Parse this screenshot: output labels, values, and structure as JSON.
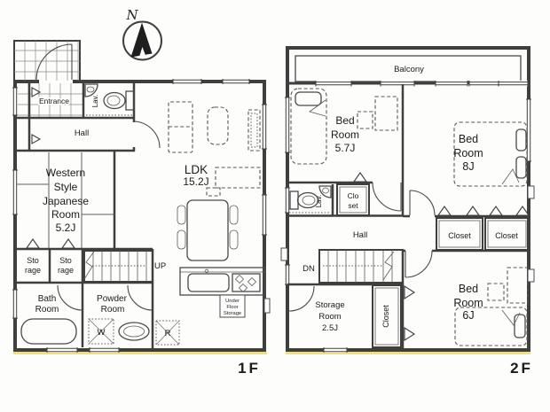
{
  "compass": {
    "north": "N"
  },
  "floor1": {
    "floor_label": "1F",
    "entrance": "Entrance",
    "lav": "Lav.",
    "hall": "Hall",
    "western_room": [
      "Western",
      "Style",
      "Japanese",
      "Room",
      "5.2J"
    ],
    "ldk_name": "LDK",
    "ldk_size": "15.2J",
    "storage_left": [
      "Sto",
      "rage"
    ],
    "storage_right": [
      "Sto",
      "rage"
    ],
    "stairs_label": "UP",
    "bath_room": [
      "Bath",
      "Room"
    ],
    "powder_room": [
      "Powder",
      "Room"
    ],
    "washer_label": "W",
    "fridge_label": "R",
    "under_floor_storage": [
      "Under",
      "Floor",
      "Storage"
    ]
  },
  "floor2": {
    "floor_label": "2F",
    "balcony": "Balcony",
    "bedroom_57": [
      "Bed",
      "Room",
      "5.7J"
    ],
    "bedroom_8": [
      "Bed",
      "Room",
      "8J"
    ],
    "bedroom_6": [
      "Bed",
      "Room",
      "6J"
    ],
    "lav": "Lav.",
    "closet_small": [
      "Clo",
      "set"
    ],
    "hall": "Hall",
    "stairs_label": "DN",
    "closet_a": "Closet",
    "closet_b": "Closet",
    "closet_vertical": "Closet",
    "storage_room": [
      "Storage",
      "Room",
      "2.5J"
    ]
  }
}
